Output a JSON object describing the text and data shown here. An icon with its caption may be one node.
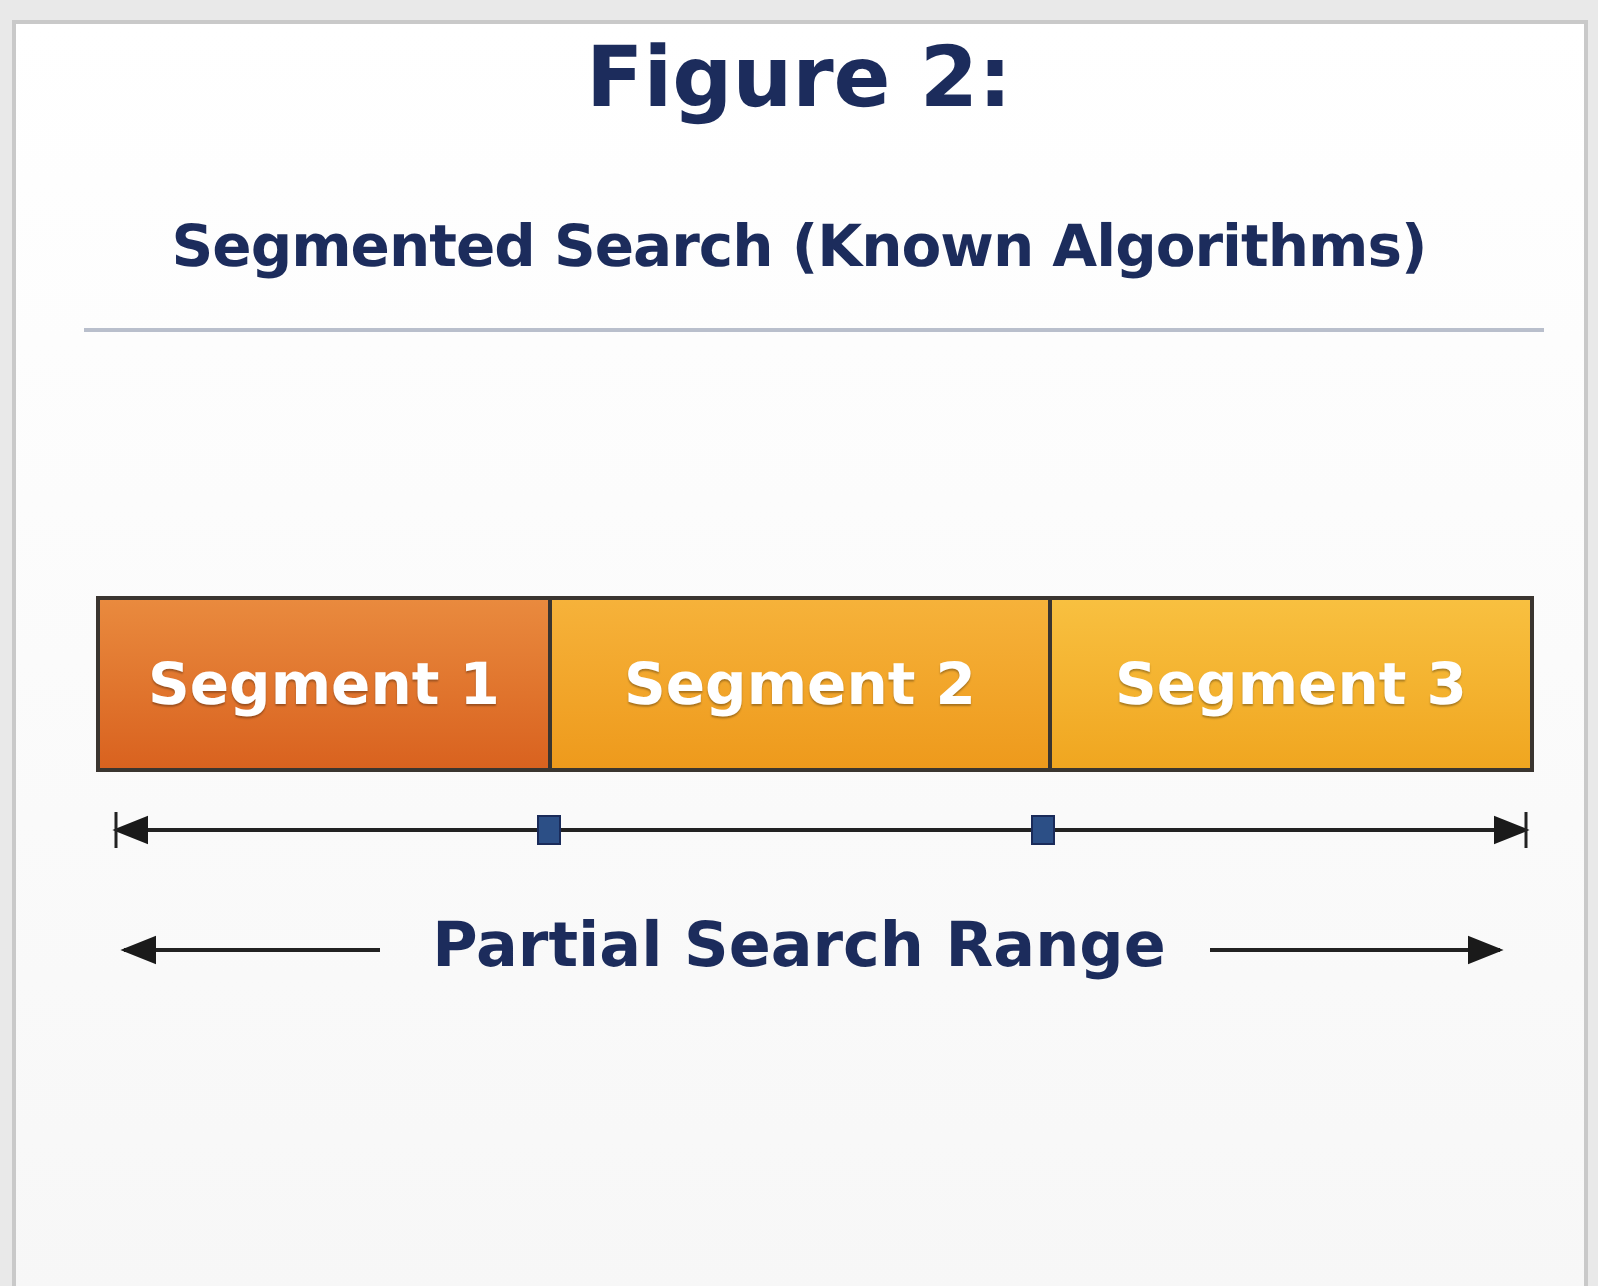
{
  "diagram": {
    "title": "Figure 2:",
    "nodes": [
      {
        "text": [
          "Segment 1"
        ]
      },
      {
        "text": [
          "Segment 2"
        ]
      },
      {
        "text": [
          "Segment 3"
        ]
      }
    ],
    "labels": [
      "Segmented Search (Known Algorithms)",
      "Partial Search Range"
    ]
  }
}
